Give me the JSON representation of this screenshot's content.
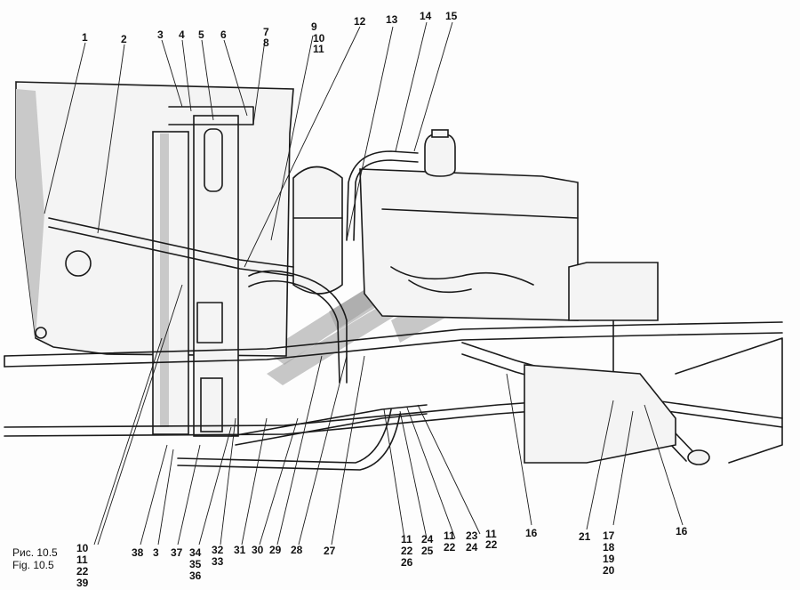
{
  "caption": {
    "ru": "Рис. 10.5",
    "en": "Fig. 10.5"
  },
  "callouts": {
    "n1": "1",
    "n2": "2",
    "n3a": "3",
    "n4": "4",
    "n5": "5",
    "n6": "6",
    "n7": "7",
    "n8": "8",
    "n9": "9",
    "n10a": "10",
    "n11a": "11",
    "n12": "12",
    "n13": "13",
    "n14": "14",
    "n15": "15",
    "n16a": "16",
    "n16b": "16",
    "n21": "21",
    "n17": "17",
    "n18": "18",
    "n19": "19",
    "n20": "20",
    "n23": "23",
    "n11b": "11",
    "n24a": "24",
    "n22a": "22",
    "n11c": "11",
    "n24b": "24",
    "n25": "25",
    "n22b": "22",
    "n11d": "11",
    "n22c": "22",
    "n26": "26",
    "n27": "27",
    "n28": "28",
    "n29": "29",
    "n30": "30",
    "n31": "31",
    "n32": "32",
    "n33": "33",
    "n34": "34",
    "n35": "35",
    "n36": "36",
    "n37": "37",
    "n3b": "3",
    "n38": "38",
    "n10b": "10",
    "n11e": "11",
    "n22d": "22",
    "n39": "39"
  }
}
